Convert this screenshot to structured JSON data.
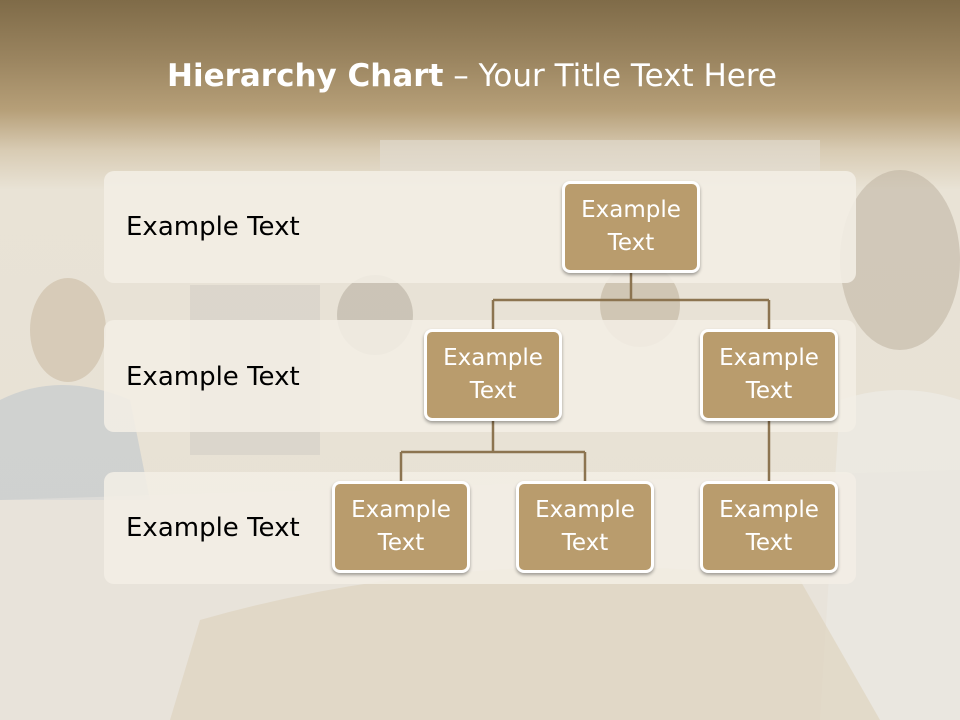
{
  "slide": {
    "title_bold": "Hierarchy Chart",
    "title_rest": " – Your Title Text Here"
  },
  "levels": [
    {
      "label": "Example Text"
    },
    {
      "label": "Example Text"
    },
    {
      "label": "Example Text"
    }
  ],
  "nodes": [
    {
      "text": "Example Text"
    },
    {
      "text": "Example Text"
    },
    {
      "text": "Example Text"
    },
    {
      "text": "Example Text"
    },
    {
      "text": "Example Text"
    },
    {
      "text": "Example Text"
    }
  ],
  "colors": {
    "node_fill": "#b99c6d",
    "node_border": "#ffffff",
    "connector": "#8c7450",
    "band_fill": "#f2eee5",
    "title_bar": "#8f7a55"
  }
}
